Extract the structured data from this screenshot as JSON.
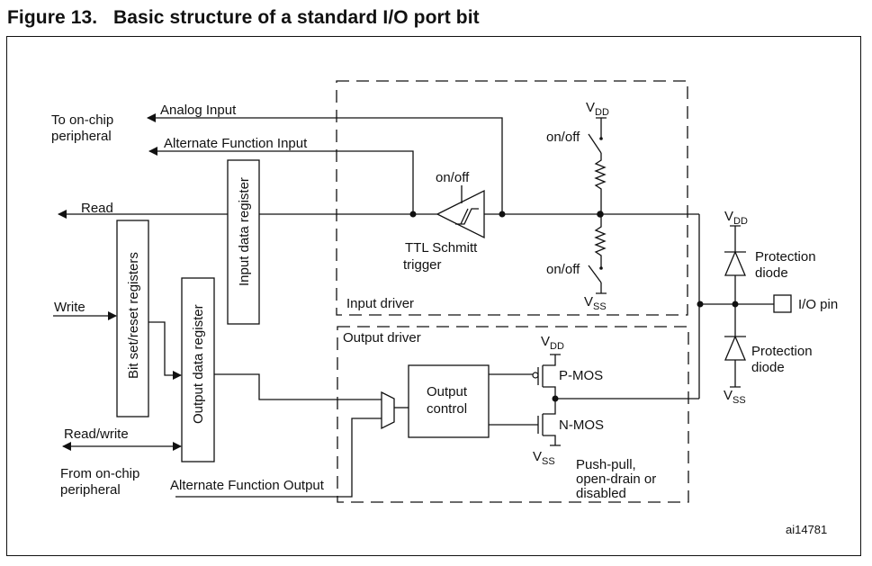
{
  "figure": {
    "title": "Figure 13.   Basic structure of a standard I/O port bit",
    "figure_id": "ai14781"
  },
  "left_labels": {
    "to_peripheral_line1": "To on-chip",
    "to_peripheral_line2": "peripheral",
    "from_peripheral_line1": "From on-chip",
    "from_peripheral_line2": "peripheral"
  },
  "signals": {
    "analog_input": "Analog Input",
    "alt_func_input": "Alternate Function Input",
    "read": "Read",
    "write": "Write",
    "read_write": "Read/write",
    "alt_func_output": "Alternate Function Output"
  },
  "blocks": {
    "input_data_register": "Input data register",
    "bit_set_reset_registers": "Bit set/reset registers",
    "output_data_register": "Output data register",
    "output_control_line1": "Output",
    "output_control_line2": "control"
  },
  "input_driver": {
    "label": "Input driver",
    "schmitt_onoff": "on/off",
    "schmitt_line1": "TTL Schmitt",
    "schmitt_line2": "trigger",
    "pullup_onoff": "on/off",
    "pulldown_onoff": "on/off",
    "vdd_main": "V",
    "vdd_sub": "DD",
    "vss_main": "V",
    "vss_sub": "SS"
  },
  "output_driver": {
    "label": "Output driver",
    "pmos": "P-MOS",
    "nmos": "N-MOS",
    "vdd_main": "V",
    "vdd_sub": "DD",
    "vss_main": "V",
    "vss_sub": "SS",
    "mode_line1": "Push-pull,",
    "mode_line2": "open-drain or",
    "mode_line3": "disabled"
  },
  "protection": {
    "diode_top_line1": "Protection",
    "diode_top_line2": "diode",
    "diode_bottom_line1": "Protection",
    "diode_bottom_line2": "diode",
    "vdd_main": "V",
    "vdd_sub": "DD",
    "vss_main": "V",
    "vss_sub": "SS",
    "io_pin": "I/O pin"
  }
}
